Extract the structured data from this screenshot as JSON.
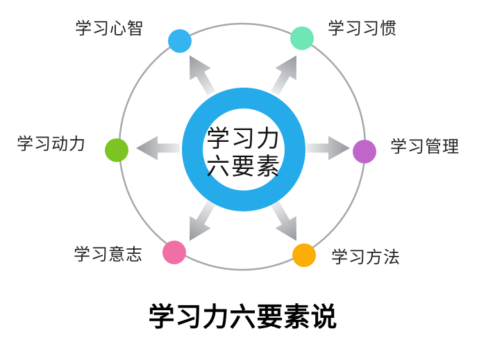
{
  "title": "学习力六要素说",
  "center": {
    "line1": "学习力",
    "line2": "六要素",
    "ring_color": "#25AAEA"
  },
  "outer_circle_color": "#A5A7AB",
  "arrow": {
    "start_color": "#ECEDEE",
    "end_color": "#94979C"
  },
  "nodes": [
    {
      "id": "xuexi-xinzhi",
      "label": "学习心智",
      "color": "#36B4F0",
      "position": "top-left"
    },
    {
      "id": "xuexi-xiguan",
      "label": "学习习惯",
      "color": "#6FE6B5",
      "position": "top-right"
    },
    {
      "id": "xuexi-dongli",
      "label": "学习动力",
      "color": "#7CC424",
      "position": "left"
    },
    {
      "id": "xuexi-guanli",
      "label": "学习管理",
      "color": "#C066CB",
      "position": "right"
    },
    {
      "id": "xuexi-yizhi",
      "label": "学习意志",
      "color": "#F06FA4",
      "position": "bottom-left"
    },
    {
      "id": "xuexi-fangfa",
      "label": "学习方法",
      "color": "#FBAE06",
      "position": "bottom-right"
    }
  ]
}
